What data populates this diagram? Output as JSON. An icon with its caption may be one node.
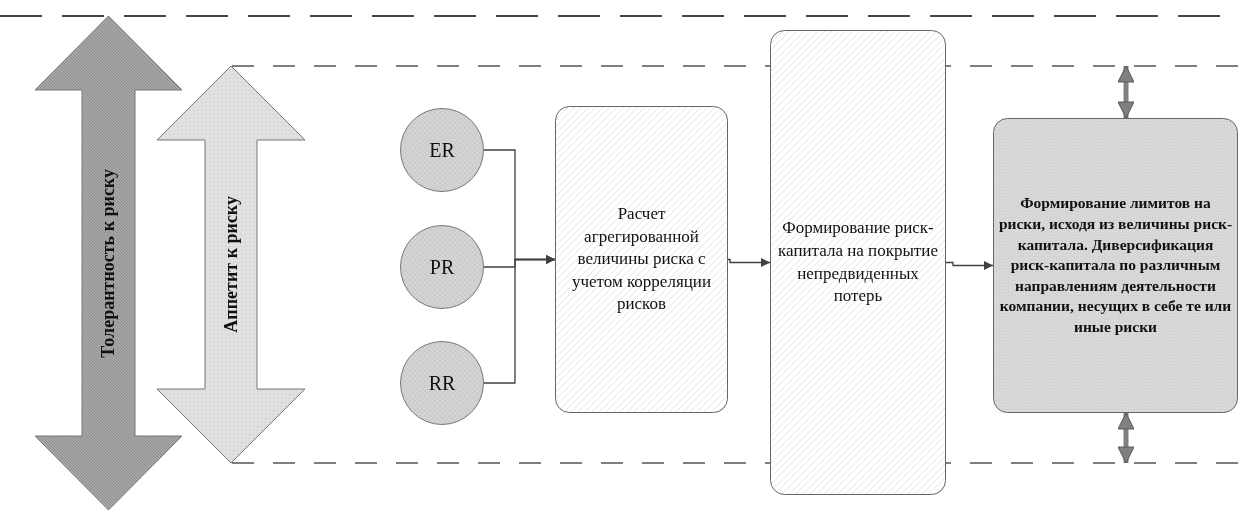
{
  "diagram": {
    "nodes": [
      {
        "text": [
          "Толерантность к риску"
        ]
      },
      {
        "text": [
          "Аппетит к риску"
        ]
      },
      {
        "text": [
          "ER"
        ]
      },
      {
        "text": [
          "PR"
        ]
      },
      {
        "text": [
          "RR"
        ]
      },
      {
        "text": [
          "Расчет агрегированной величины риска с учетом корреляции рисков"
        ]
      },
      {
        "text": [
          "Формирование риск-капитала на покрытие непредвиденных потерь"
        ]
      },
      {
        "text": [
          "Формирование лимитов на риски, исходя из величины риск-капитала. Диверсификация риск-капитала по различным направлениям деятельности компании, несущих в себе те или иные риски"
        ]
      }
    ],
    "edges": [
      {
        "from": 2,
        "to": 5,
        "arrow": "to"
      },
      {
        "from": 3,
        "to": 5,
        "arrow": "to"
      },
      {
        "from": 4,
        "to": 5,
        "arrow": "to"
      },
      {
        "from": 5,
        "to": 6,
        "arrow": "to"
      },
      {
        "from": 6,
        "to": 7,
        "arrow": "to"
      },
      {
        "from": null,
        "to": 7,
        "arrow": "both",
        "style": "thick",
        "color": "#808080"
      },
      {
        "from": null,
        "to": 7,
        "arrow": "both",
        "style": "thick",
        "color": "#808080"
      }
    ]
  }
}
